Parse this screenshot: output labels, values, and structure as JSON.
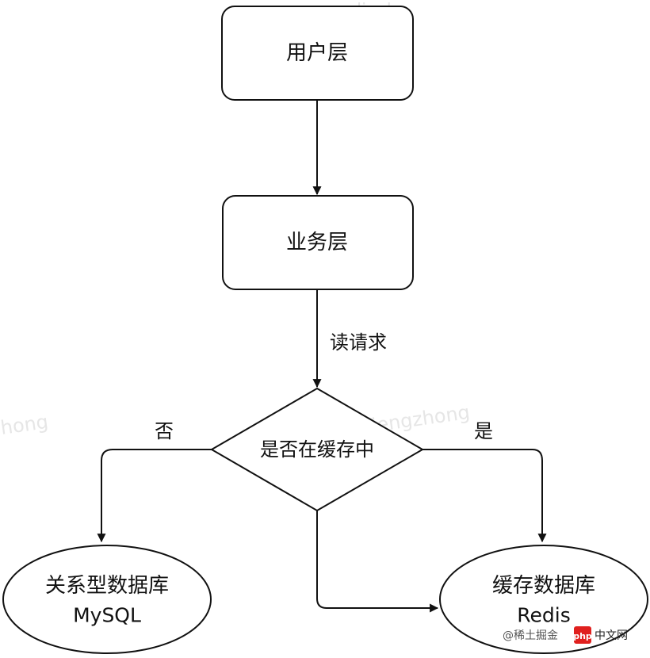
{
  "diagram": {
    "nodes": {
      "user_layer": {
        "label": "用户层"
      },
      "business_layer": {
        "label": "业务层"
      },
      "decision": {
        "label": "是否在缓存中"
      },
      "relational_db": {
        "line1": "关系型数据库",
        "line2": "MySQL"
      },
      "cache_db": {
        "line1": "缓存数据库",
        "line2": "Redis"
      }
    },
    "edges": {
      "read_request": {
        "label": "读请求"
      },
      "no": {
        "label": "否"
      },
      "yes": {
        "label": "是"
      }
    }
  },
  "watermarks": {
    "top": "liuzh",
    "left": "hong",
    "center": "iengzhong"
  },
  "logo": {
    "text": "php",
    "caption": "@稀土掘金",
    "site": "中文网"
  },
  "colors": {
    "stroke": "#111111",
    "watermark": "#e6e6e6",
    "logo_red": "#e0201e"
  }
}
